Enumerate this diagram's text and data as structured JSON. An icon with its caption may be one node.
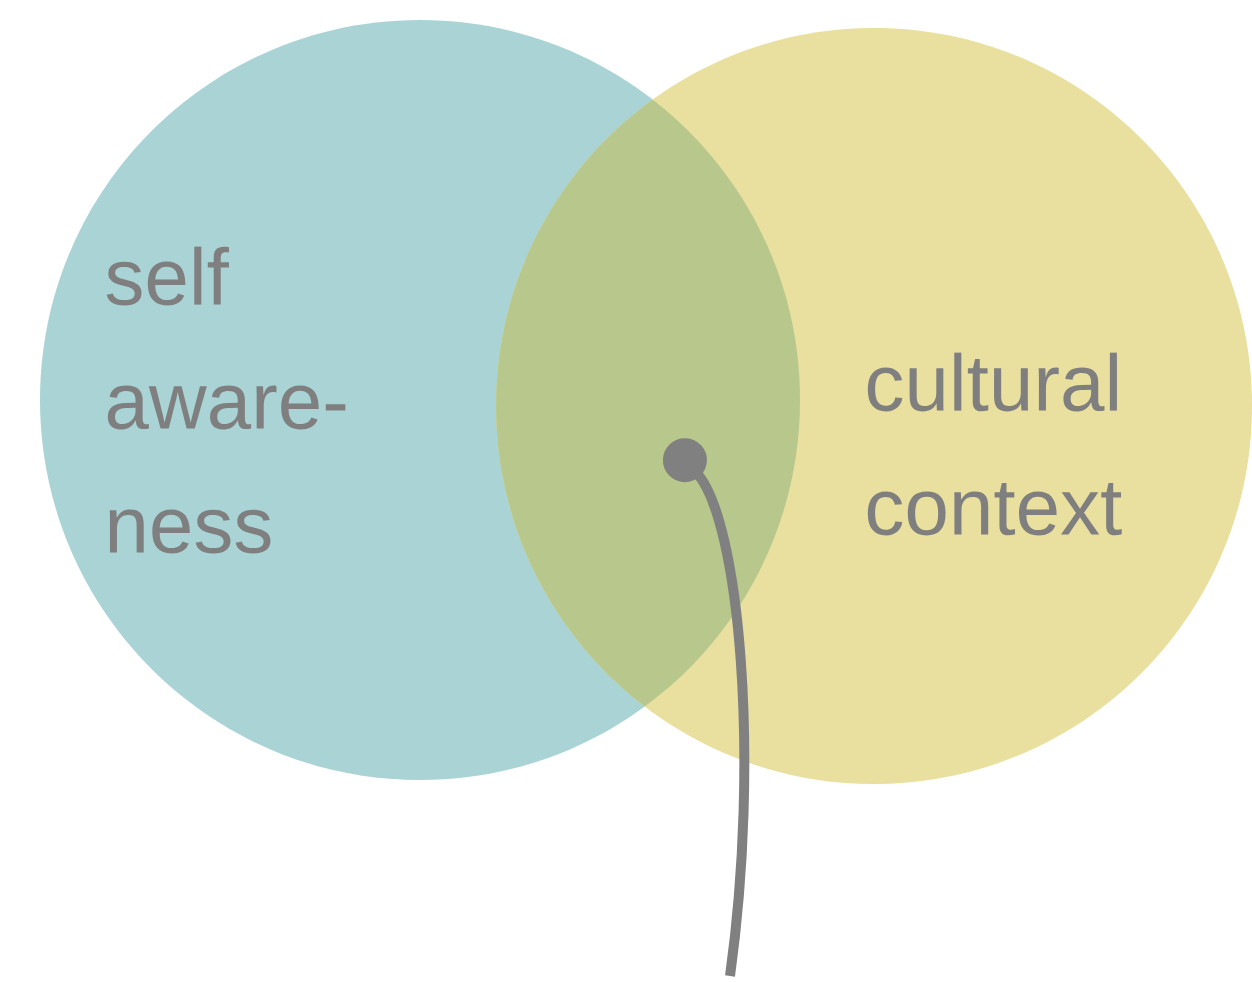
{
  "diagram": {
    "nodes": [
      {
        "text": [
          "self aware-ness"
        ]
      },
      {
        "text": [
          "cultural context"
        ]
      },
      {
        "text": [],
        "shape": "lens"
      }
    ],
    "edges": [
      {
        "from": null,
        "to": 2,
        "arrow": "other"
      }
    ]
  }
}
